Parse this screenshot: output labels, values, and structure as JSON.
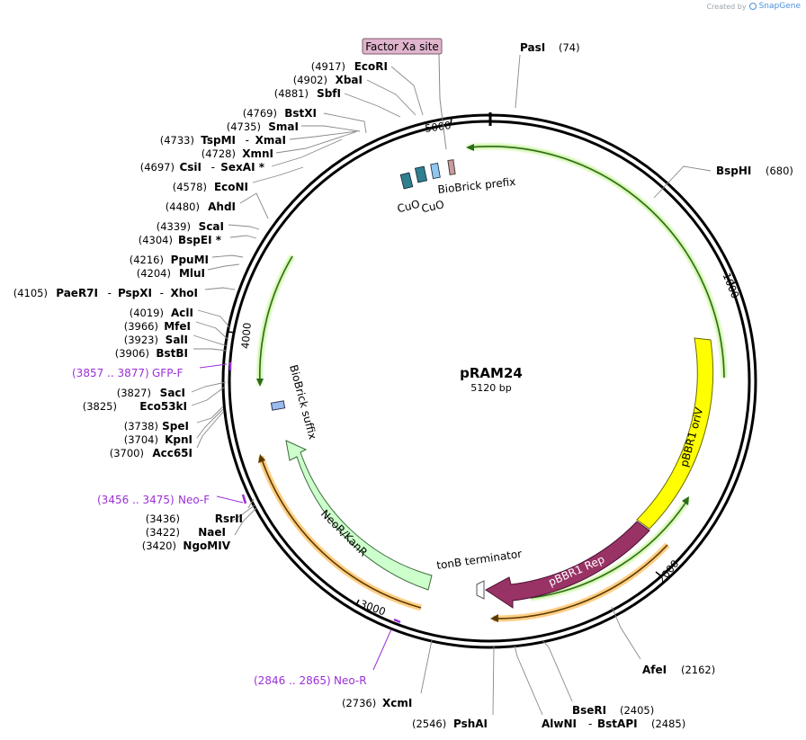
{
  "brand": {
    "created_by": "Created by",
    "app": "SnapGene",
    "icon": "snapgene-logo-icon"
  },
  "plasmid": {
    "name": "pRAM24",
    "length_label": "5120 bp",
    "length_bp": 5120
  },
  "ticks": [
    {
      "bp": 1000,
      "label": "1000"
    },
    {
      "bp": 2000,
      "label": "2000"
    },
    {
      "bp": 3000,
      "label": "3000"
    },
    {
      "bp": 4000,
      "label": "4000"
    },
    {
      "bp": 5000,
      "label": "5000"
    }
  ],
  "enzymes": [
    {
      "name": "PasI",
      "pos": "(74)",
      "bp": 74
    },
    {
      "name": "BspHI",
      "pos": "(680)",
      "bp": 680
    },
    {
      "name": "AfeI",
      "pos": "(2162)",
      "bp": 2162
    },
    {
      "name": "BseRI",
      "pos": "(2405)",
      "bp": 2405
    },
    {
      "name": "AlwNI",
      "name2": "BstAPI",
      "pos": "(2485)",
      "bp": 2485
    },
    {
      "name": "PshAI",
      "pos": "(2546)",
      "bp": 2546
    },
    {
      "name": "XcmI",
      "pos": "(2736)",
      "bp": 2736
    },
    {
      "name": "NgoMIV",
      "pos": "(3420)",
      "bp": 3420
    },
    {
      "name": "NaeI",
      "pos": "(3422)",
      "bp": 3422
    },
    {
      "name": "RsrII",
      "pos": "(3436)",
      "bp": 3436
    },
    {
      "name": "Acc65I",
      "pos": "(3700)",
      "bp": 3700
    },
    {
      "name": "KpnI",
      "pos": "(3704)",
      "bp": 3704
    },
    {
      "name": "SpeI",
      "pos": "(3738)",
      "bp": 3738
    },
    {
      "name": "Eco53kI",
      "pos": "(3825)",
      "bp": 3825
    },
    {
      "name": "SacI",
      "pos": "(3827)",
      "bp": 3827
    },
    {
      "name": "BstBI",
      "pos": "(3906)",
      "bp": 3906
    },
    {
      "name": "SalI",
      "pos": "(3923)",
      "bp": 3923
    },
    {
      "name": "MfeI",
      "pos": "(3966)",
      "bp": 3966
    },
    {
      "name": "AclI",
      "pos": "(4019)",
      "bp": 4019
    },
    {
      "name": "PaeR7I",
      "name2": "PspXI",
      "name3": "XhoI",
      "pos": "(4105)",
      "bp": 4105
    },
    {
      "name": "MluI",
      "pos": "(4204)",
      "bp": 4204
    },
    {
      "name": "PpuMI",
      "pos": "(4216)",
      "bp": 4216
    },
    {
      "name": "BspEI *",
      "pos": "(4304)",
      "bp": 4304
    },
    {
      "name": "ScaI",
      "pos": "(4339)",
      "bp": 4339
    },
    {
      "name": "AhdI",
      "pos": "(4480)",
      "bp": 4480
    },
    {
      "name": "EcoNI",
      "pos": "(4578)",
      "bp": 4578
    },
    {
      "name": "CsiI",
      "name2": "SexAI *",
      "pos": "(4697)",
      "bp": 4697
    },
    {
      "name": "XmnI",
      "pos": "(4728)",
      "bp": 4728
    },
    {
      "name": "TspMI",
      "name2": "XmaI",
      "pos": "(4733)",
      "bp": 4733
    },
    {
      "name": "SmaI",
      "pos": "(4735)",
      "bp": 4735
    },
    {
      "name": "BstXI",
      "pos": "(4769)",
      "bp": 4769
    },
    {
      "name": "SbfI",
      "pos": "(4881)",
      "bp": 4881
    },
    {
      "name": "XbaI",
      "pos": "(4902)",
      "bp": 4902
    },
    {
      "name": "EcoRI",
      "pos": "(4917)",
      "bp": 4917
    }
  ],
  "primers": [
    {
      "range": "(3857 .. 3877)",
      "name": "GFP-F"
    },
    {
      "range": "(3456 .. 3475)",
      "name": "Neo-F"
    },
    {
      "range": "(2846 .. 2865)",
      "name": "Neo-R"
    }
  ],
  "features": [
    {
      "name": "pBBR1 oriV",
      "color": "#ffff00"
    },
    {
      "name": "pBBR1 Rep",
      "color": "#993366"
    },
    {
      "name": "NeoR/KanR",
      "color": "#ccffcc"
    },
    {
      "name": "tonB terminator",
      "color": "#ffffff"
    },
    {
      "name": "BioBrick suffix",
      "color": "#99bbee"
    },
    {
      "name": "BioBrick prefix",
      "color": "#cc99aa"
    },
    {
      "name": "CuO",
      "color": "#2f7f8f"
    },
    {
      "name": "CuO",
      "color": "#2f7f8f"
    },
    {
      "name": "Factor Xa site",
      "color": "#e0b4cc"
    }
  ]
}
